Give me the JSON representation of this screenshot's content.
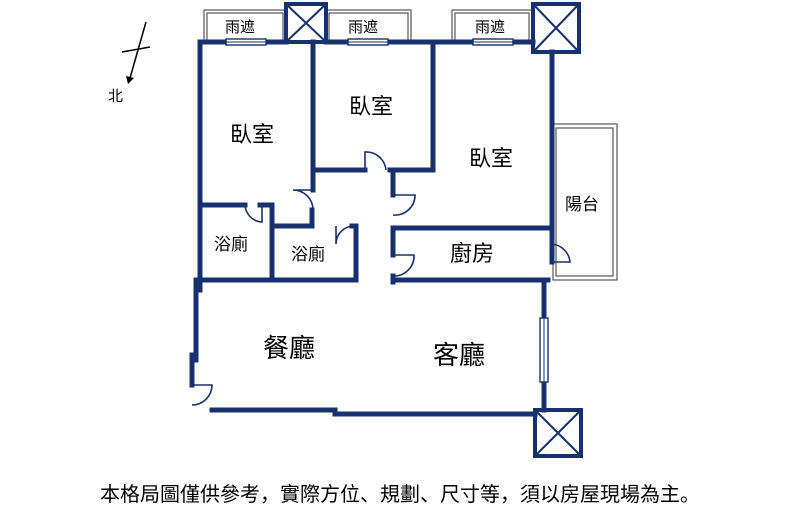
{
  "compass": {
    "north_label": "北"
  },
  "rooms": {
    "rain_shelter_1": "雨遮",
    "rain_shelter_2": "雨遮",
    "rain_shelter_3": "雨遮",
    "bedroom_1": "臥室",
    "bedroom_2": "臥室",
    "bedroom_3": "臥室",
    "bathroom_1": "浴廁",
    "bathroom_2": "浴廁",
    "kitchen": "廚房",
    "balcony": "陽台",
    "dining_room": "餐廳",
    "living_room": "客廳"
  },
  "footer": {
    "disclaimer": "本格局圖僅供參考，實際方位、規劃、尺寸等，須以房屋現場為主。"
  },
  "colors": {
    "wall": "#17306e",
    "background": "#ffffff"
  }
}
